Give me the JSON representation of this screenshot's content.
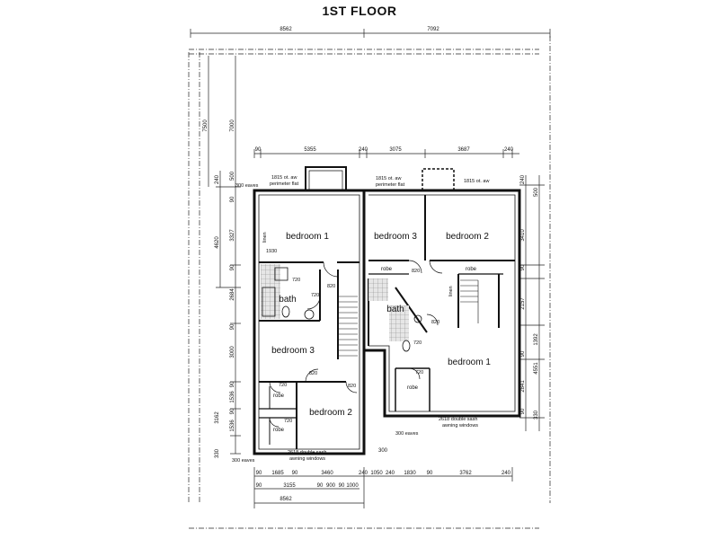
{
  "title": "1ST FLOOR",
  "top_dims": {
    "overall_left": "8562",
    "overall_right": "7092"
  },
  "upper_dims": {
    "left_offset": "90",
    "left_span": "5355",
    "mid_wall": "240",
    "right_a": "3075",
    "right_b": "3687",
    "right_wall": "240"
  },
  "left_dims": {
    "overall_outer": "7500",
    "overall_inner": "7000",
    "a": "240",
    "b": "500",
    "c": "4620",
    "d": "3327",
    "e": "90",
    "f": "2684",
    "g": "90",
    "h": "3000",
    "i": "90",
    "j": "3162",
    "k": "90",
    "l": "1536",
    "m": "1536",
    "n": "90",
    "o": "330"
  },
  "right_dims": {
    "a": "240",
    "b": "500",
    "c": "3410",
    "d": "2157",
    "e": "90",
    "f": "1392",
    "g": "90",
    "h": "4551",
    "i": "2841",
    "j": "90",
    "k": "330"
  },
  "bottom_dims": {
    "r1": [
      "90",
      "1685",
      "90",
      "3460",
      "240",
      "1050",
      "240",
      "1830",
      "90",
      "3762",
      "240"
    ],
    "r2": [
      "90",
      "3155",
      "90",
      "900",
      "90",
      "1000"
    ],
    "overall": "8562",
    "eave": "300"
  },
  "rooms": {
    "bed1L": "bedroom 1",
    "bath_L": "bath",
    "bed3L": "bedroom 3",
    "bed2L": "bedroom 2",
    "robe_L1": "robe",
    "robe_L2": "robe",
    "bed3R": "bedroom 3",
    "bed2R": "bedroom 2",
    "robe_R1": "robe",
    "robe_R2": "robe",
    "bath_R": "bath",
    "bed1R": "bedroom 1",
    "robe_R3": "robe"
  },
  "notes": {
    "eaves_top_L": "300 eaves",
    "win_top_L1": "1815 ot. aw",
    "win_top_L2": "perimeter flat",
    "win_top_R1": "1815 ot. aw",
    "win_top_R2": "perimeter flat",
    "win_top_R3": "1815 ot. aw",
    "win_bot_L1": "2618 double sash",
    "win_bot_L2": "awning windows",
    "win_bot_R1": "2618 double sash",
    "win_bot_R2": "awning windows",
    "eaves_bot_L": "300 eaves",
    "eaves_bot_R": "300 eaves",
    "linen_L": "linen",
    "linen_R": "linen",
    "door_1930": "1930",
    "d720a": "720",
    "d720b": "720",
    "d820a": "820",
    "d820b": "820",
    "d820c": "820",
    "d720c": "720",
    "d720d": "720",
    "d820d": "820",
    "d820e": "820",
    "d720e": "720",
    "d720f": "720"
  }
}
